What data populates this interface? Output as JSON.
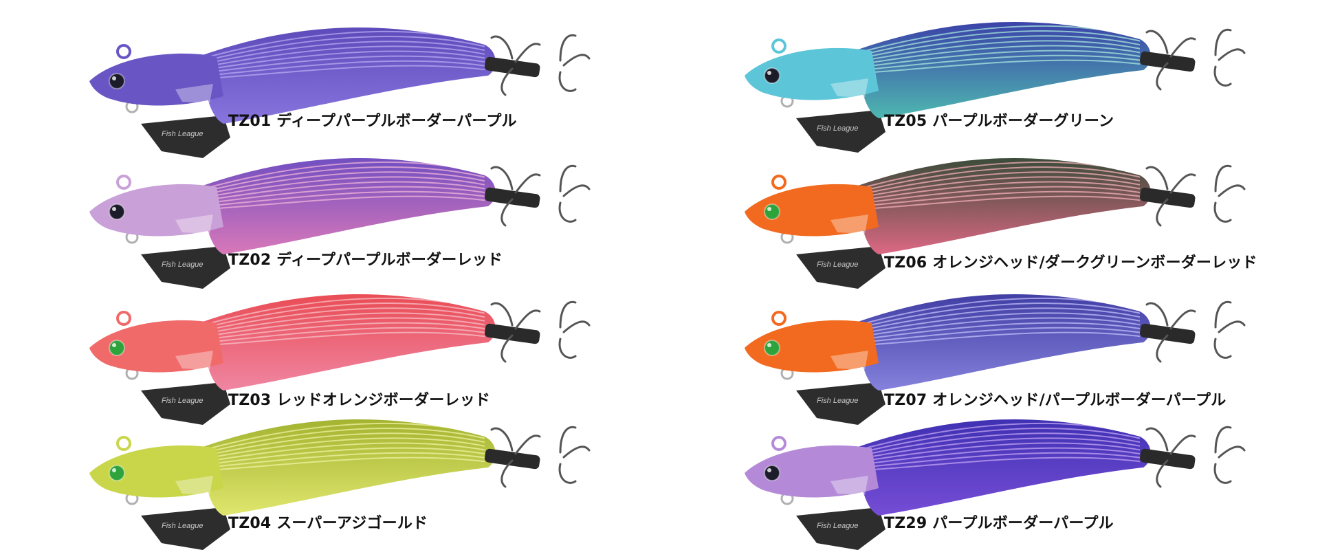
{
  "lures": [
    {
      "code": "TZ01",
      "name": "ディープパープルボーダーパープル",
      "colors": {
        "head": "#6a55c4",
        "body_top": "#5a48b8",
        "body_bottom": "#8b78e0",
        "stripe": "#b9aaf2",
        "eye": "#1b1b2a"
      }
    },
    {
      "code": "TZ02",
      "name": "ディープパープルボーダーレッド",
      "colors": {
        "head": "#c9a0d8",
        "body_top": "#6a4cc2",
        "body_bottom": "#e07bb8",
        "stripe": "#f1b6d8",
        "eye": "#1b1b2a"
      }
    },
    {
      "code": "TZ03",
      "name": "レッドオレンジボーダーレッド",
      "colors": {
        "head": "#f06a6a",
        "body_top": "#e9484f",
        "body_bottom": "#f08aa8",
        "stripe": "#f7c0c8",
        "eye": "#2ea33c"
      }
    },
    {
      "code": "TZ04",
      "name": "スーパーアジゴールド",
      "colors": {
        "head": "#c9d64a",
        "body_top": "#9fb02c",
        "body_bottom": "#e4ea72",
        "stripe": "#f0f2a2",
        "eye": "#2ea33c"
      }
    },
    {
      "code": "TZ05",
      "name": "パープルボーダーグリーン",
      "colors": {
        "head": "#5cc6d8",
        "body_top": "#3a3aa8",
        "body_bottom": "#4fc0b0",
        "stripe": "#a8e8dc",
        "eye": "#1b1b2a"
      }
    },
    {
      "code": "TZ06",
      "name": "オレンジヘッド/ダークグリーンボーダーレッド",
      "colors": {
        "head": "#f26a1f",
        "body_top": "#2f4a34",
        "body_bottom": "#e86a8a",
        "stripe": "#f4b0b8",
        "eye": "#2ea33c"
      }
    },
    {
      "code": "TZ07",
      "name": "オレンジヘッド/パープルボーダーパープル",
      "colors": {
        "head": "#f26a1f",
        "body_top": "#3c3aa0",
        "body_bottom": "#8a86e0",
        "stripe": "#c2befa",
        "eye": "#2ea33c"
      }
    },
    {
      "code": "TZ29",
      "name": "パープルボーダーパープル",
      "colors": {
        "head": "#b48ad8",
        "body_top": "#3b2fb0",
        "body_bottom": "#7a4fd8",
        "stripe": "#c4a4f4",
        "eye": "#1b1b2a"
      }
    }
  ],
  "sinker_text": "Fish League"
}
